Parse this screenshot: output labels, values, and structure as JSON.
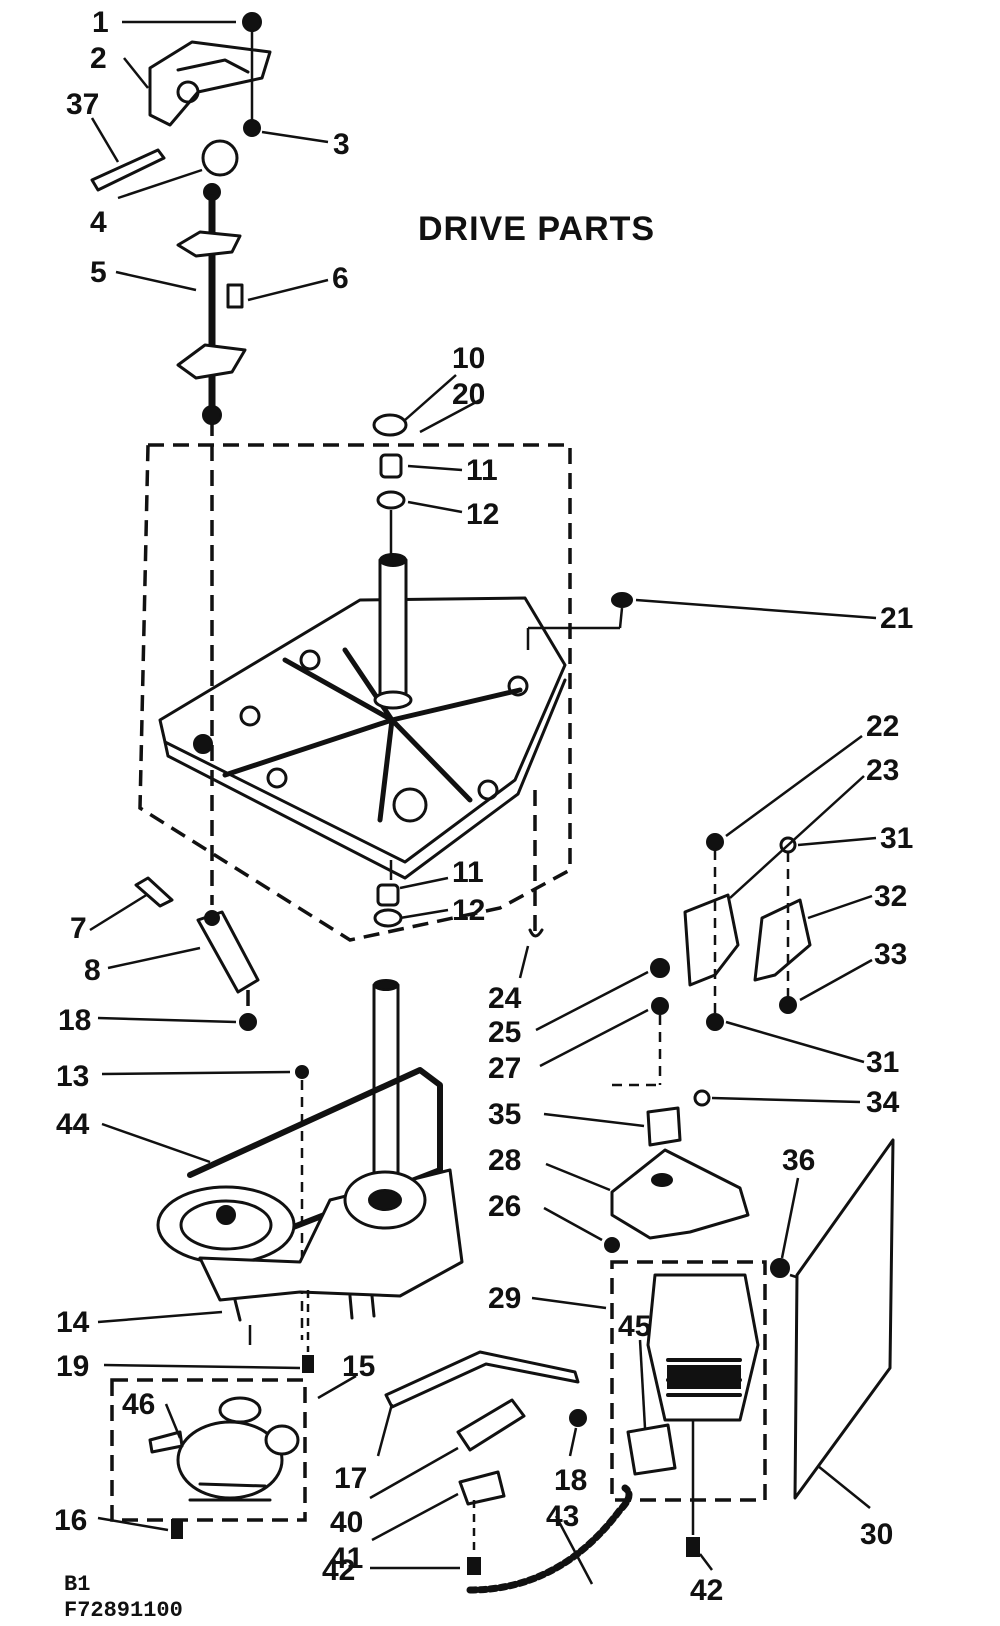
{
  "title": "DRIVE PARTS",
  "footer": {
    "line1": "B1",
    "line2": "F72891100"
  },
  "callouts": [
    "1",
    "2",
    "37",
    "3",
    "4",
    "5",
    "6",
    "10",
    "20",
    "11",
    "12",
    "21",
    "22",
    "23",
    "31",
    "32",
    "7",
    "11",
    "12",
    "33",
    "8",
    "24",
    "18",
    "25",
    "27",
    "31",
    "13",
    "35",
    "34",
    "44",
    "28",
    "36",
    "26",
    "29",
    "45",
    "14",
    "19",
    "15",
    "46",
    "17",
    "18",
    "40",
    "43",
    "30",
    "41",
    "16",
    "42",
    "42"
  ]
}
